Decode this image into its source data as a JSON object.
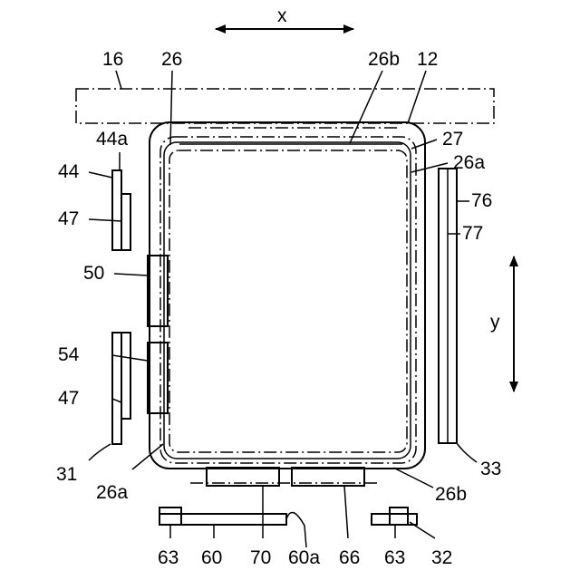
{
  "axes": {
    "x_label": "x",
    "y_label": "y"
  },
  "labels": {
    "l16": "16",
    "l26_top": "26",
    "l26b_top": "26b",
    "l12": "12",
    "l27": "27",
    "l26a_right": "26a",
    "l44a": "44a",
    "l44": "44",
    "l47_top": "47",
    "l76": "76",
    "l77": "77",
    "l50": "50",
    "l54": "54",
    "l47_bottom": "47",
    "l31": "31",
    "l26a_left": "26a",
    "l33": "33",
    "l26b_bottom": "26b",
    "l63_left": "63",
    "l60": "60",
    "l70": "70",
    "l60a": "60a",
    "l66": "66",
    "l63_right": "63",
    "l32": "32"
  }
}
